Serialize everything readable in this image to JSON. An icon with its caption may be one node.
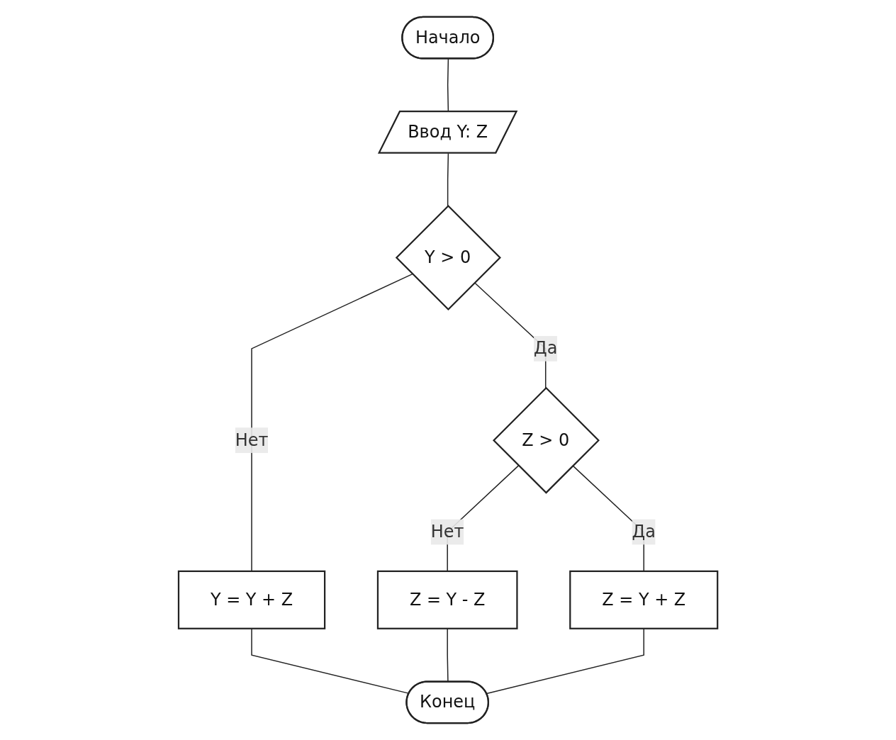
{
  "diagram": {
    "nodes": [
      {
        "text": [
          "Начало"
        ]
      },
      {
        "text": [
          "Ввод Y: Z"
        ]
      },
      {
        "text": [
          "Y > 0"
        ]
      },
      {
        "text": [
          "Y = Y + Z"
        ]
      },
      {
        "text": [
          "Z > 0"
        ]
      },
      {
        "text": [
          "Z = Y - Z"
        ]
      },
      {
        "text": [
          "Z = Y + Z"
        ]
      },
      {
        "text": [
          "Конец"
        ]
      }
    ],
    "edges": [
      {
        "from": 0,
        "to": 1,
        "arrow": "none"
      },
      {
        "from": 1,
        "to": 2,
        "arrow": "none"
      },
      {
        "from": 2,
        "to": 3,
        "label": "Нет",
        "arrow": "none"
      },
      {
        "from": 2,
        "to": 4,
        "label": "Да",
        "arrow": "none"
      },
      {
        "from": 4,
        "to": 5,
        "label": "Нет",
        "arrow": "none"
      },
      {
        "from": 4,
        "to": 6,
        "label": "Да",
        "arrow": "none"
      },
      {
        "from": 3,
        "to": 7,
        "arrow": "none"
      },
      {
        "from": 5,
        "to": 7,
        "arrow": "none"
      },
      {
        "from": 6,
        "to": 7,
        "arrow": "none"
      }
    ]
  }
}
